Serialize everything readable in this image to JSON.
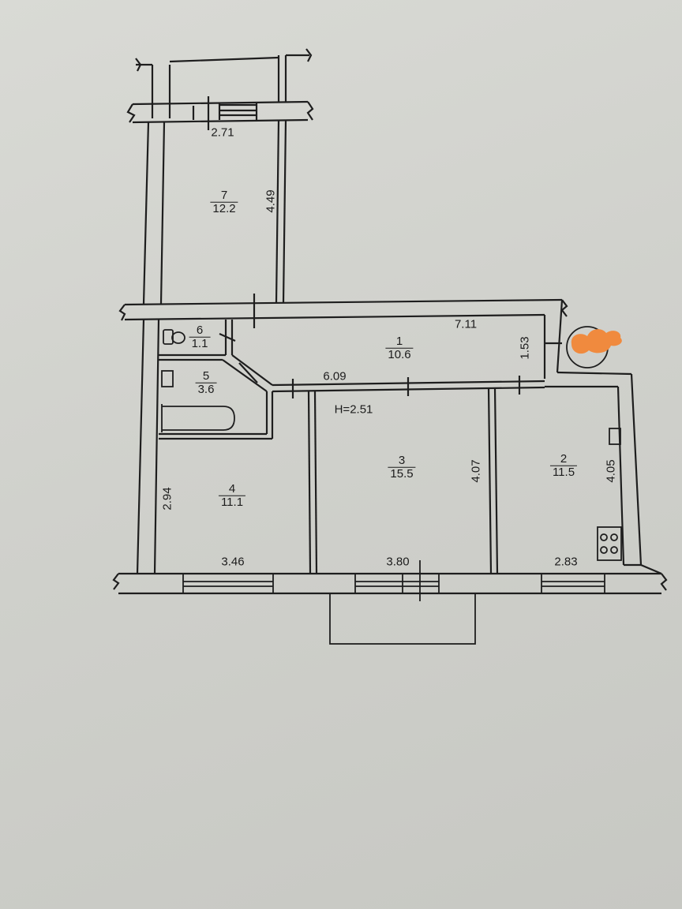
{
  "rooms": {
    "1": {
      "number": "1",
      "area": "10.6"
    },
    "2": {
      "number": "2",
      "area": "11.5"
    },
    "3": {
      "number": "3",
      "area": "15.5"
    },
    "4": {
      "number": "4",
      "area": "11.1"
    },
    "5": {
      "number": "5",
      "area": "3.6"
    },
    "6": {
      "number": "6",
      "area": "1.1"
    },
    "7": {
      "number": "7",
      "area": "12.2"
    }
  },
  "dims": {
    "d271": "2.71",
    "d449": "4.49",
    "d711": "7.11",
    "d153": "1.53",
    "d609": "6.09",
    "ceiling": "H=2.51",
    "d407": "4.07",
    "d405": "4.05",
    "d294": "2.94",
    "d346": "3.46",
    "d380": "3.80",
    "d283": "2.83"
  },
  "caption": "",
  "colors": {
    "marker": "#f08a3e",
    "ink": "#1e1e1e",
    "paper": "#d3d4cf"
  }
}
